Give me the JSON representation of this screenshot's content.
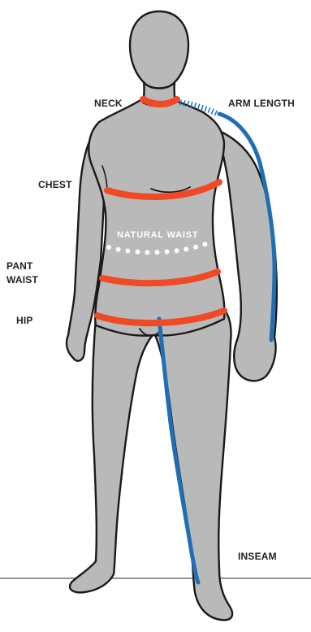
{
  "labels": {
    "neck": "NECK",
    "arm_length": "ARM LENGTH",
    "chest": "CHEST",
    "natural_waist": "NATURAL WAIST",
    "pant_waist_line1": "PANT",
    "pant_waist_line2": "WAIST",
    "hip": "HIP",
    "inseam": "INSEAM"
  },
  "colors": {
    "body_fill": "#b9b9b9",
    "outline": "#1a1a1a",
    "band": "#f04a25",
    "measure_line": "#1f6fb8",
    "waist_dots": "#ffffff",
    "ground": "#555555"
  }
}
